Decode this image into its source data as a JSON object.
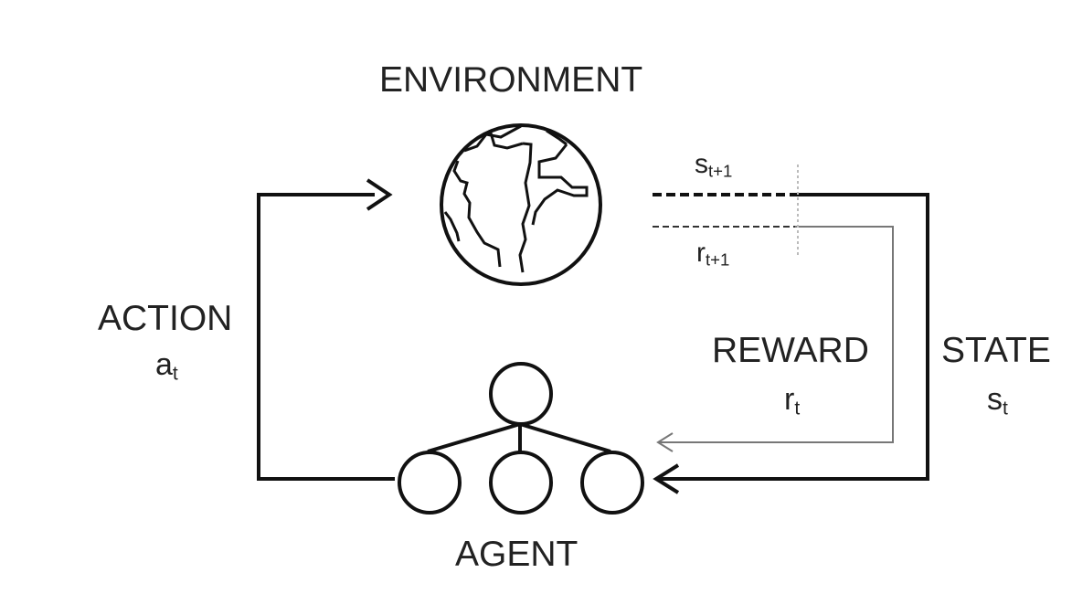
{
  "labels": {
    "environment": "ENVIRONMENT",
    "agent": "AGENT",
    "action": "ACTION",
    "action_symbol": "a",
    "action_sub": "t",
    "reward": "REWARD",
    "reward_symbol": "r",
    "reward_sub": "t",
    "state": "STATE",
    "state_symbol": "s",
    "state_sub": "t",
    "next_state_symbol": "s",
    "next_state_sub": "t+1",
    "next_reward_symbol": "r",
    "next_reward_sub": "t+1"
  },
  "icons": {
    "environment": "globe-icon",
    "agent": "agent-network-icon"
  },
  "colors": {
    "line": "#111111",
    "reward_line": "#777777",
    "guide_line": "#bbbbbb",
    "text": "#222222"
  }
}
